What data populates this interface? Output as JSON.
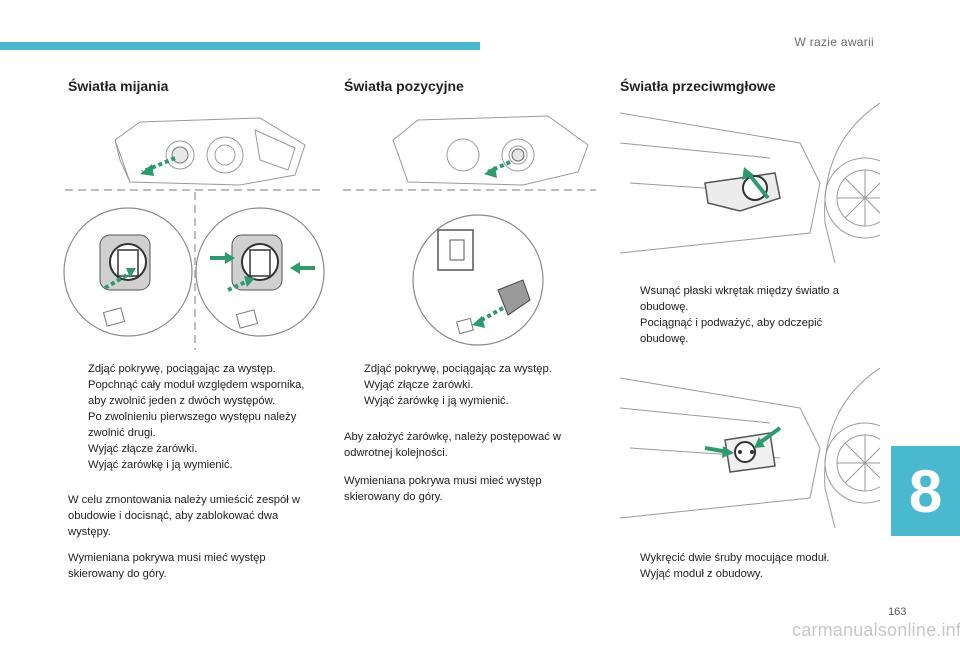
{
  "header": {
    "section_title": "W razie awarii"
  },
  "col1": {
    "title": "Światła mijania",
    "steps": [
      "Zdjąć pokrywę, pociągając za występ.",
      "Popchnąć cały moduł względem wspornika, aby zwolnić jeden z dwóch występów.",
      "Po zwolnieniu pierwszego występu należy zwolnić drugi.",
      "Wyjąć złącze żarówki.",
      "Wyjąć żarówkę i ją wymienić."
    ],
    "para1": "W celu zmontowania należy umieścić zespół w obudowie i docisnąć, aby zablokować dwa występy.",
    "para2": "Wymieniana pokrywa musi mieć występ skierowany do góry."
  },
  "col2": {
    "title": "Światła pozycyjne",
    "steps": [
      "Zdjąć pokrywę, pociągając za występ.",
      "Wyjąć złącze żarówki.",
      "Wyjąć żarówkę i ją wymienić."
    ],
    "para1": "Aby założyć żarówkę, należy postępować w odwrotnej kolejności.",
    "para2": "Wymieniana pokrywa musi mieć występ skierowany do góry."
  },
  "col3": {
    "title": "Światła przeciwmgłowe",
    "steps_a": [
      "Wsunąć płaski wkrętak między światło a obudowę.",
      "Pociągnąć i podważyć, aby odczepić obudowę."
    ],
    "steps_b": [
      "Wykręcić dwie śruby mocujące moduł.",
      "Wyjąć moduł z obudowy."
    ]
  },
  "bullet_glyph": "",
  "chapter_number": "8",
  "page_number": "163",
  "watermark": "carmanualsonline.info",
  "colors": {
    "accent": "#4ab8cf",
    "arrow": "#2e9a6e"
  }
}
